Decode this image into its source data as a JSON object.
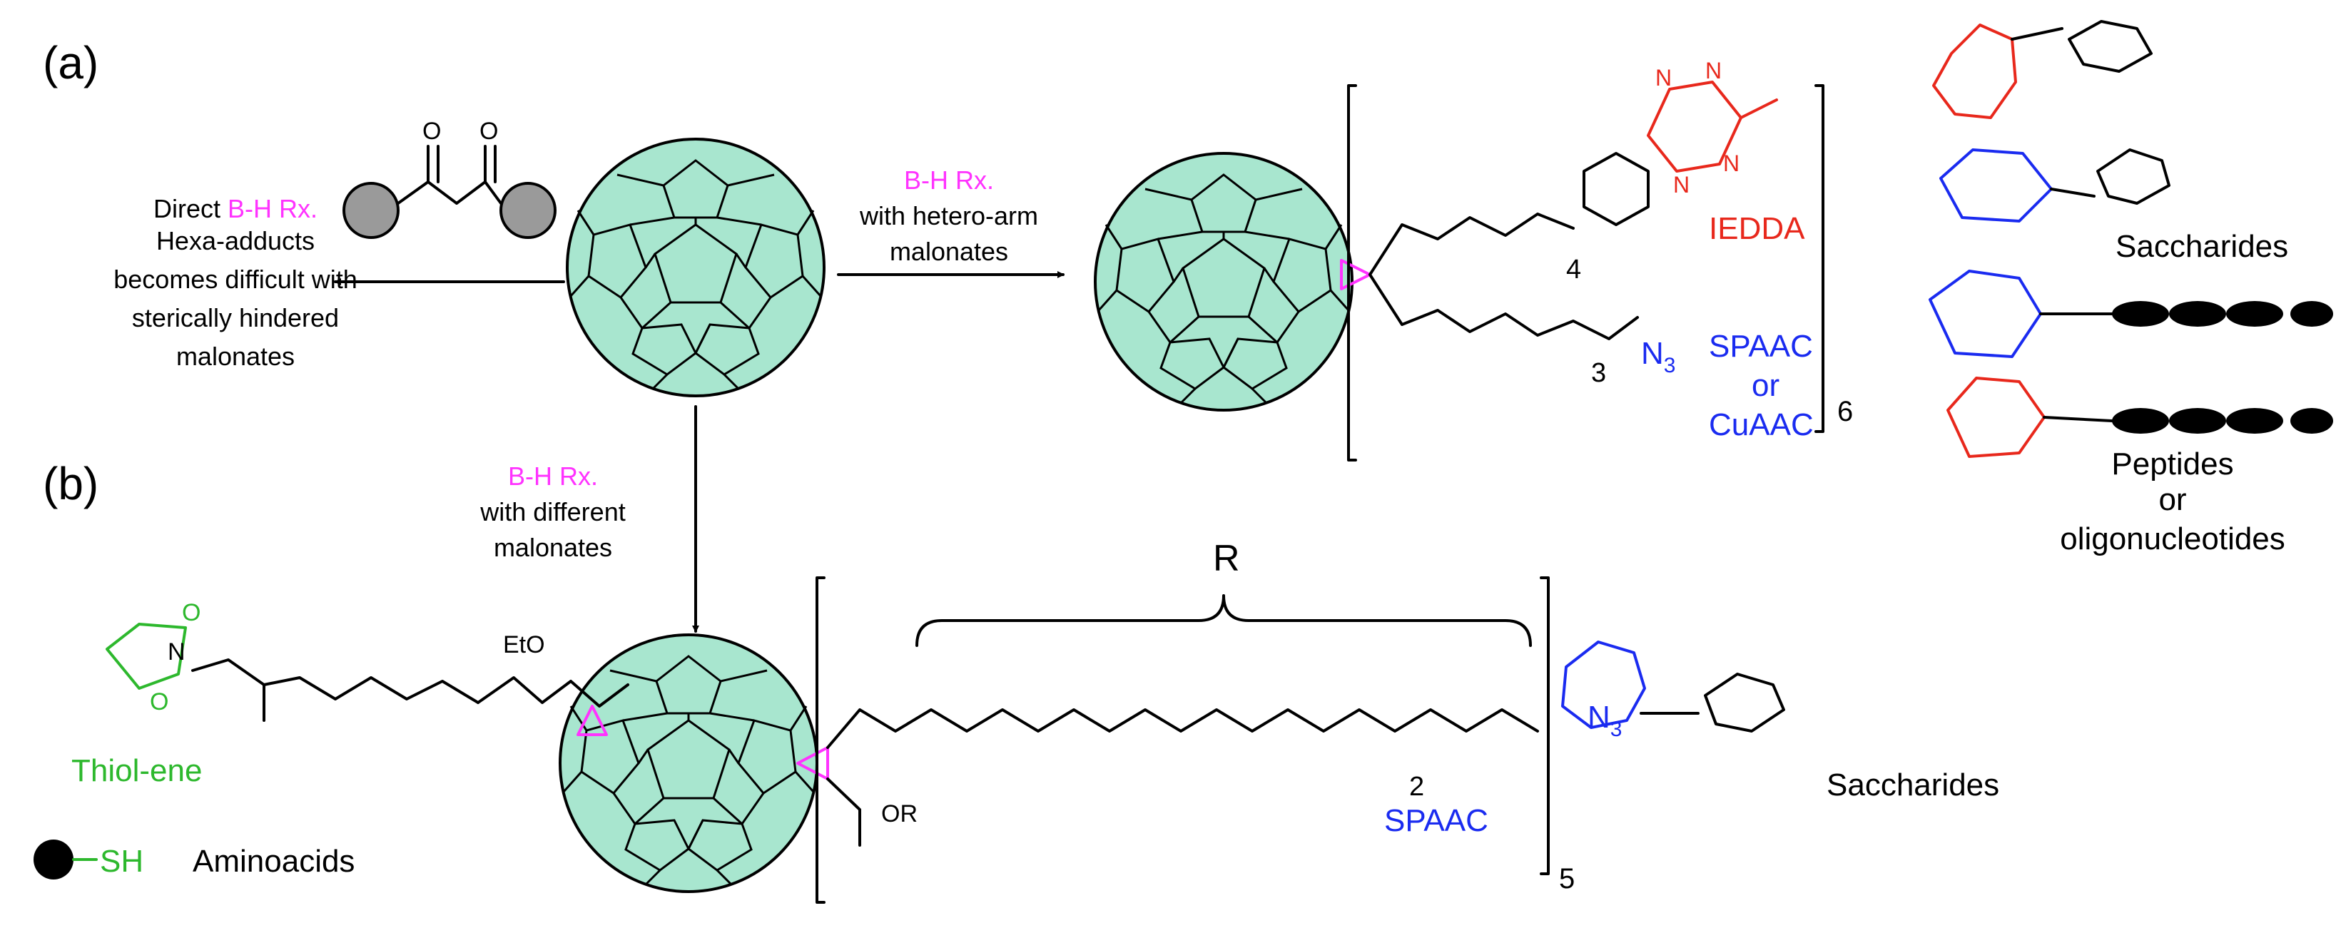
{
  "colors": {
    "fullerene_fill": "#a8e6cf",
    "bh_reaction": "#ff33ff",
    "iedda": "#e8281c",
    "spaac": "#1a2bf0",
    "thiol_ene": "#2db82d"
  },
  "panel_a": {
    "label": "(a)",
    "left_arrow": {
      "line1_prefix": "Direct ",
      "line1_highlight": "B-H Rx.",
      "line2": "Hexa-adducts",
      "line3": "becomes difficult with",
      "line4": "sterically hindered",
      "line5": "malonates"
    },
    "right_arrow": {
      "line1": "B-H Rx.",
      "line2": "with hetero-arm",
      "line3": "malonates"
    },
    "product": {
      "subscript_4": "4",
      "subscript_3": "3",
      "subscript_6": "6",
      "azide_N": "N",
      "azide_sub": "3",
      "tetrazine_N": "N",
      "iedda_label": "IEDDA",
      "spaac_label": "SPAAC",
      "or_label": "or",
      "cuaac_label": "CuAAC",
      "oxygen": "O"
    }
  },
  "side_panel": {
    "saccharides_label": "Saccharides",
    "peptides_line1": "Peptides",
    "peptides_line2": "or",
    "peptides_line3": "oligonucleotides"
  },
  "panel_b": {
    "label": "(b)",
    "down_arrow": {
      "line1": "B-H Rx.",
      "line2": "with different",
      "line3": "malonates"
    },
    "thiol_ene_label": "Thiol-ene",
    "sh_label": "SH",
    "aminoacids_label": "Aminoacids",
    "eto_label": "EtO",
    "or_group": "OR",
    "r_label": "R",
    "subscript_2": "2",
    "subscript_5": "5",
    "spaac_label": "SPAAC",
    "azide_N": "N",
    "azide_sub": "3",
    "saccharides_label": "Saccharides",
    "nitrogen": "N",
    "oxygen": "O"
  }
}
